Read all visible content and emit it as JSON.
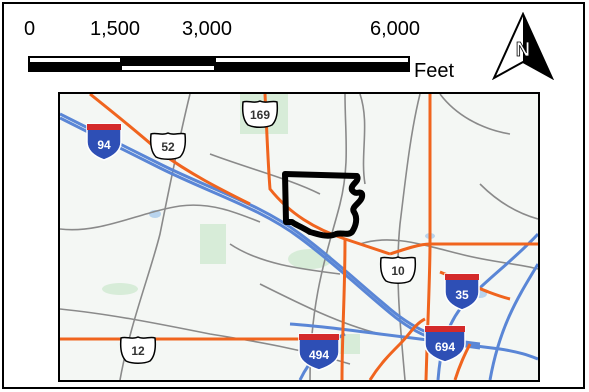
{
  "scale_bar": {
    "tick_labels": [
      "0",
      "1,500",
      "3,000",
      "6,000"
    ],
    "units": "Feet"
  },
  "north_arrow": {
    "letter": "N",
    "icon": "north-arrow-icon"
  },
  "map": {
    "interstate_shields": [
      {
        "number": "94"
      },
      {
        "number": "35"
      },
      {
        "number": "494"
      },
      {
        "number": "694"
      }
    ],
    "us_route_shields": [
      {
        "number": "169"
      },
      {
        "number": "52"
      },
      {
        "number": "10"
      },
      {
        "number": "12"
      }
    ],
    "colors": {
      "interstate_highway": "#5a86d6",
      "us_highway": "#f0641e",
      "local_road": "#8a8a8a",
      "water": "#b8d4ee",
      "park": "#d7ecd8",
      "study_area_outline": "#000000",
      "background": "#f4f7f4"
    }
  }
}
